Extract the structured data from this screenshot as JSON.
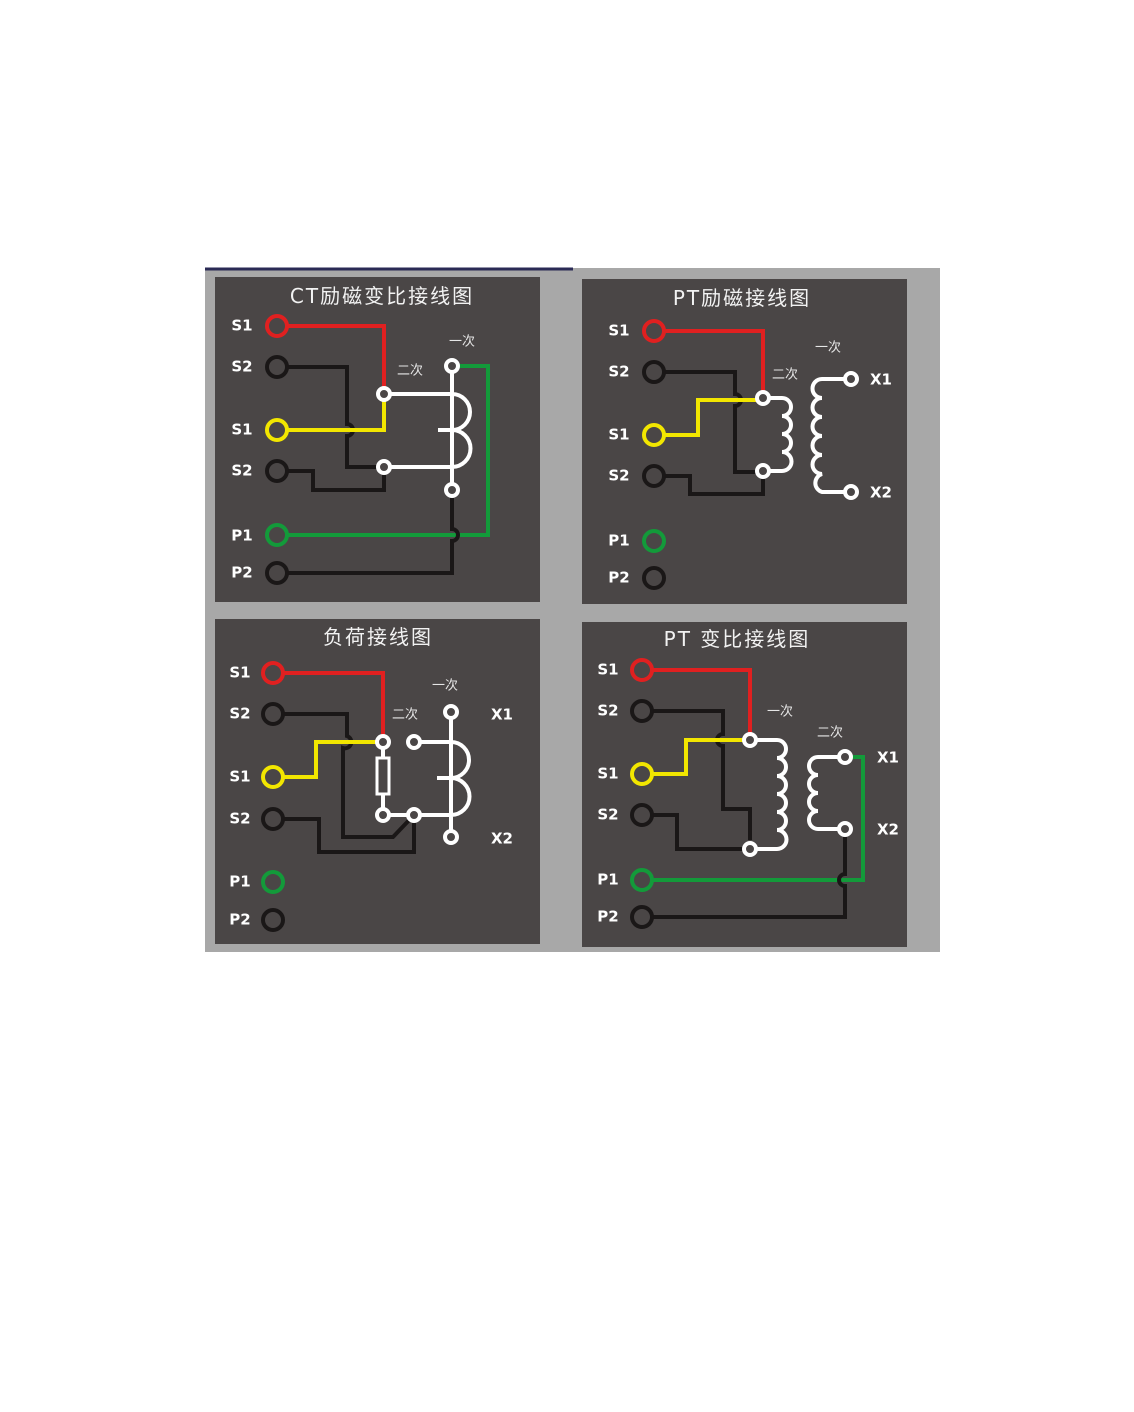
{
  "colors": {
    "panel": "#4a4646",
    "frame": "#a8a8a8",
    "red": "#e02020",
    "yellow": "#f2e600",
    "green": "#139a3a",
    "black": "#1a1717",
    "white": "#ffffff"
  },
  "panels": [
    {
      "title": "CT励磁变比接线图",
      "terminals": [
        "S1",
        "S2",
        "S1",
        "S2",
        "P1",
        "P2"
      ],
      "secondary": "二次",
      "primary": "一次"
    },
    {
      "title": "PT励磁接线图",
      "terminals": [
        "S1",
        "S2",
        "S1",
        "S2",
        "P1",
        "P2"
      ],
      "secondary": "二次",
      "primary": "一次",
      "outputs": [
        "X1",
        "X2"
      ]
    },
    {
      "title": "负荷接线图",
      "terminals": [
        "S1",
        "S2",
        "S1",
        "S2",
        "P1",
        "P2"
      ],
      "secondary": "二次",
      "primary": "一次",
      "outputs": [
        "X1",
        "X2"
      ]
    },
    {
      "title": "PT 变比接线图",
      "terminals": [
        "S1",
        "S2",
        "S1",
        "S2",
        "P1",
        "P2"
      ],
      "secondary": "二次",
      "primary": "一次",
      "outputs": [
        "X1",
        "X2"
      ]
    }
  ]
}
